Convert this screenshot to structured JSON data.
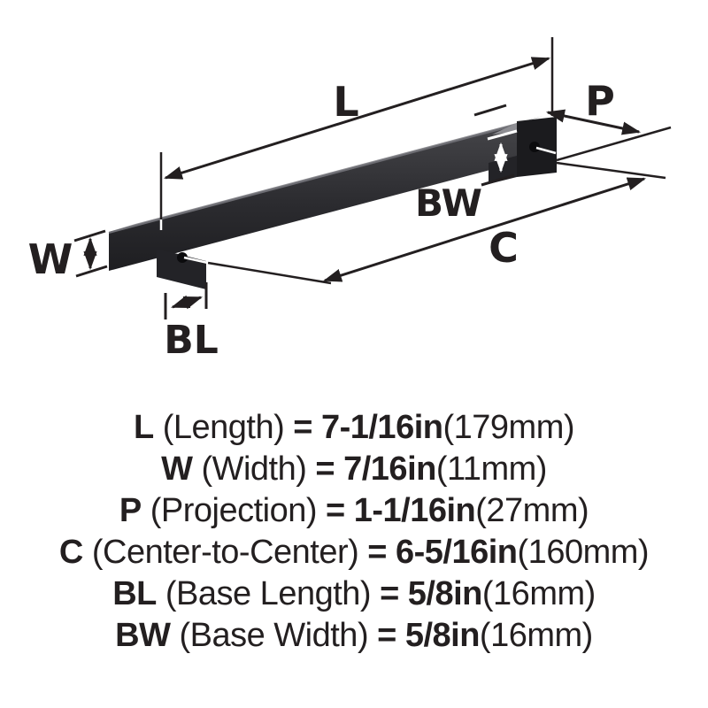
{
  "diagram": {
    "labels": {
      "l": "L",
      "w": "W",
      "p": "P",
      "c": "C",
      "bl": "BL",
      "bw": "BW"
    },
    "colors": {
      "line_black": "#231f20",
      "bar_top_face": "#8e8e93",
      "bar_front_light": "#454549",
      "bar_front_dark": "#1e1e21",
      "foot_black": "#232327",
      "cap_black": "#1b1b1e",
      "screw_hole": "#0b0b0d",
      "leader_white": "#ffffff"
    }
  },
  "specs": [
    {
      "code": "L",
      "name": "(Length)",
      "eq": "=",
      "imperial": "7-1/16in",
      "metric": "(179mm)"
    },
    {
      "code": "W",
      "name": "(Width)",
      "eq": "=",
      "imperial": "7/16in",
      "metric": "(11mm)"
    },
    {
      "code": "P",
      "name": "(Projection)",
      "eq": "=",
      "imperial": "1-1/16in",
      "metric": "(27mm)"
    },
    {
      "code": "C",
      "name": "(Center-to-Center)",
      "eq": "=",
      "imperial": "6-5/16in",
      "metric": "(160mm)"
    },
    {
      "code": "BL",
      "name": "(Base Length)",
      "eq": "=",
      "imperial": "5/8in",
      "metric": "(16mm)"
    },
    {
      "code": "BW",
      "name": "(Base Width)",
      "eq": "=",
      "imperial": "5/8in",
      "metric": "(16mm)"
    }
  ]
}
